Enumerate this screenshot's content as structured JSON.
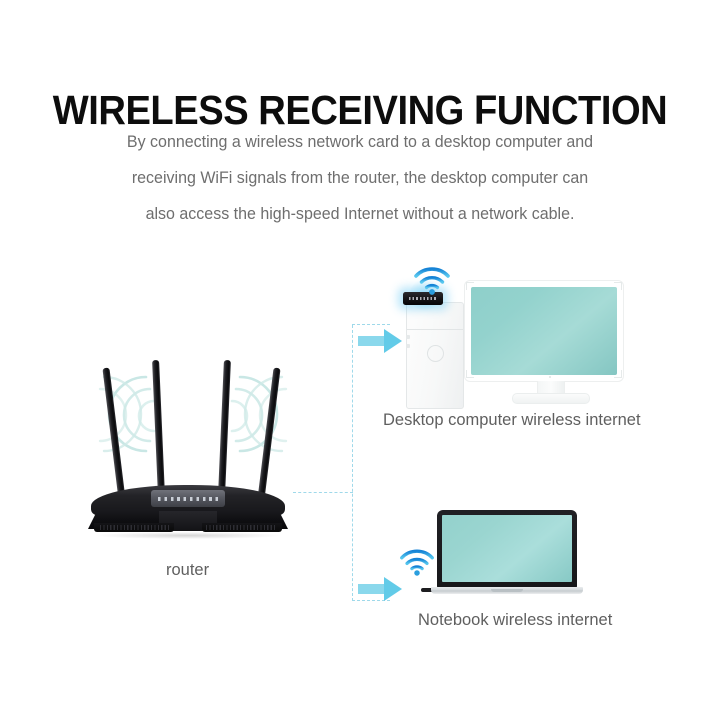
{
  "header": {
    "title": "WIRELESS RECEIVING FUNCTION",
    "subtitle_lines": [
      "By connecting a wireless network card to a desktop computer and",
      "receiving WiFi signals from the router, the desktop computer can",
      "also access the high-speed Internet without a network cable."
    ]
  },
  "diagram": {
    "router_label": "router",
    "desktop_label": "Desktop computer wireless internet",
    "notebook_label": "Notebook wireless internet",
    "icons": {
      "router_signal": "wifi-signal-arcs-icon",
      "dongle_wifi": "wifi-icon",
      "notebook_wifi": "wifi-icon",
      "desktop_arrow": "arrow-right-icon",
      "notebook_arrow": "arrow-right-icon"
    }
  },
  "colors": {
    "title": "#0d0d0d",
    "body_text": "#6e6e6e",
    "caption": "#5f5f5f",
    "accent_cyan": "#62cbe8",
    "dashed_line": "#9fd9ea",
    "screen_teal": "#93d2cd",
    "wifi_blue": "#1a8fd8",
    "router_black": "#17171a",
    "background": "#ffffff"
  }
}
